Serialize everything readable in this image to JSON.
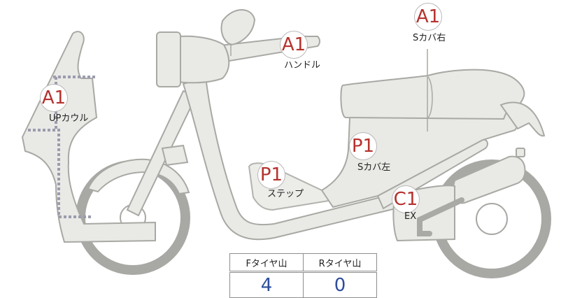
{
  "parts": [
    {
      "id": "s-cover-right",
      "grade": "A1",
      "label": "Sカバ右"
    },
    {
      "id": "handle",
      "grade": "A1",
      "label": "ハンドル"
    },
    {
      "id": "up-cowl",
      "grade": "A1",
      "label": "UPカウル"
    },
    {
      "id": "s-cover-left",
      "grade": "P1",
      "label": "Sカバ左"
    },
    {
      "id": "step",
      "grade": "P1",
      "label": "ステップ"
    },
    {
      "id": "exhaust",
      "grade": "C1",
      "label": "EX"
    }
  ],
  "tire_table": {
    "headers": [
      "Fタイヤ山",
      "Rタイヤ山"
    ],
    "values": [
      "4",
      "0"
    ]
  },
  "colors": {
    "grade_text": "#b5322e",
    "tire_value_text": "#2e4d9c",
    "part_fill": "#e9e9e6",
    "part_outline": "#a8a8a4",
    "cowl_dots": "#9c9cae"
  }
}
